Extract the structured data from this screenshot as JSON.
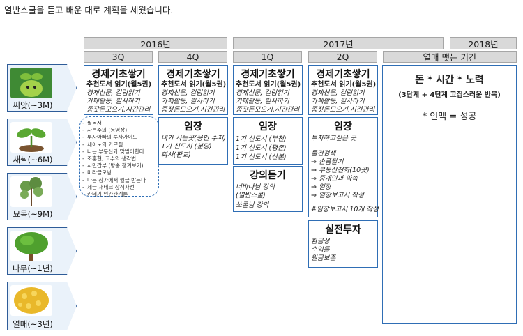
{
  "intro": "열반스쿨을 듣고 배운 대로 계획을 세웠습니다.",
  "years": {
    "y2016": "2016년",
    "y2017": "2017년",
    "y2018": "2018년"
  },
  "quarters": {
    "q3": "3Q",
    "q4": "4Q",
    "q1": "1Q",
    "q2": "2Q",
    "harvest": "열매 맺는 기간"
  },
  "stages": [
    "씨앗(~3M)",
    "새싹(~6M)",
    "묘목(~9M)",
    "나무(~1년)",
    "열매(~3년)"
  ],
  "stage_icons": [
    "seed-icon",
    "sprout-icon",
    "sapling-icon",
    "tree-icon",
    "fruit-coins-icon"
  ],
  "basics": {
    "title": "경제기초쌓기",
    "lines": [
      "추천도서 읽기(월5권)",
      "경제신문, 컬럼읽기",
      "카페활동, 필사하기",
      "종잣돈모으기,시간관리"
    ]
  },
  "q3_notes": {
    "heading": "필독서",
    "items": [
      "자본주의 (동영상)",
      "부자아빠의 투자가이드",
      "세이노의 가르침",
      "나는 부동산과 맞벌이한다",
      "조훈현, 고수의 생각법",
      "서민갑부 (방송 챙겨보기)",
      "미라클모닝",
      "나는 상가에서 월급 받는다",
      "세금 재테크 상식사전",
      "카네기 인간관계론"
    ]
  },
  "q4_imjang": {
    "title": "임장",
    "lines": [
      "내가 사는곳(용인 수지)",
      "1기 신도시 (분당)",
      "회사(판교)"
    ]
  },
  "q1_imjang": {
    "title": "임장",
    "lines": [
      "1기 신도시 (부천)",
      "1기 신도시 (평촌)",
      "1기 신도시 (산본)"
    ]
  },
  "q1_lecture": {
    "title": "강의듣기",
    "lines": [
      "너바나님 강의",
      "(열반스쿨)",
      "쏘쿨님 강의"
    ]
  },
  "q2_imjang": {
    "title": "임장",
    "lines": [
      "투자하고싶은 곳",
      "",
      "물건검색",
      "⇒ 손품팔기",
      "⇒ 부동산전화(10곳)",
      "⇒ 중개인과 약속",
      "⇒ 임장",
      "⇒ 임장보고서 작성",
      "",
      "#임장보고서 10개 작성"
    ]
  },
  "q2_practice": {
    "title": "실전투자",
    "lines": [
      "환금성",
      "수익률",
      "원금보존"
    ]
  },
  "harvest_box": {
    "line1": "돈 * 시간 * 노력",
    "line2": "(3단계 + 4단계 고집스러운 반복)",
    "line3": "* 인맥 = 성공"
  }
}
